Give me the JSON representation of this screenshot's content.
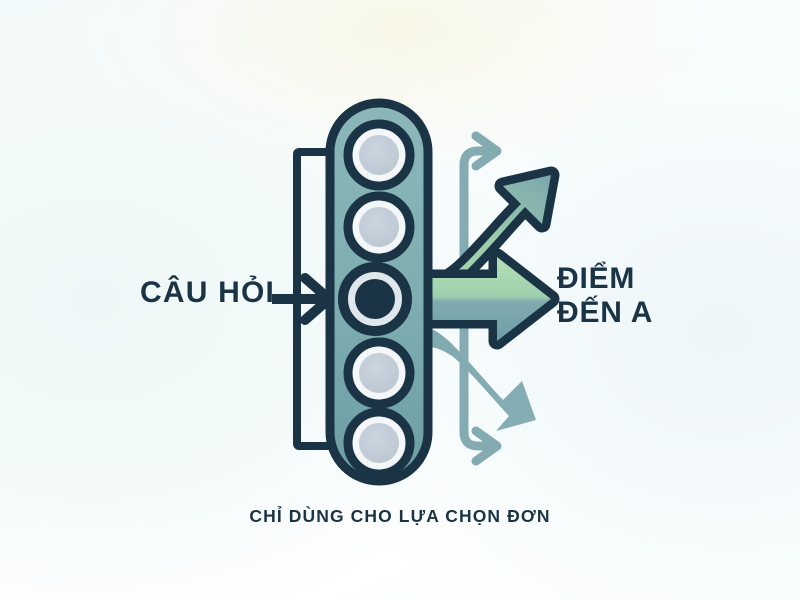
{
  "diagram": {
    "title_left": "CÂU HỎI",
    "title_right_line1": "ĐIỂM",
    "title_right_line2": "ĐẾN A",
    "caption": "CHỈ DÙNG CHO LỰA CHỌN ĐƠN",
    "colors": {
      "ink": "#1b3445",
      "capsule_fill_top": "#83b1b3",
      "capsule_fill_bottom": "#6d9ea3",
      "option_ring": "#1b3445",
      "option_inner_unselected": "#c2ccd6",
      "option_white": "#f4f7f9",
      "option_selected_dot": "#1b3445",
      "arrow_green": "#a8d9ad",
      "arrow_teal": "#7ca7ae",
      "thin_arrow": "#84abb1",
      "background": "#f7fbfc"
    }
  },
  "options": [
    {
      "index": 1,
      "label": "option-1",
      "selected": false
    },
    {
      "index": 2,
      "label": "option-2",
      "selected": false
    },
    {
      "index": 3,
      "label": "option-3",
      "selected": true
    },
    {
      "index": 4,
      "label": "option-4",
      "selected": false
    },
    {
      "index": 5,
      "label": "option-5",
      "selected": false
    }
  ],
  "outgoing_arrows": [
    {
      "name": "thin-arrow-up-outer",
      "style": "thin-outline",
      "direction": "up-right"
    },
    {
      "name": "bold-arrow-up",
      "style": "bold-filled",
      "direction": "up-right"
    },
    {
      "name": "main-arrow-right",
      "style": "bold-filled",
      "direction": "right"
    },
    {
      "name": "solid-arrow-down",
      "style": "solid",
      "direction": "down-right"
    },
    {
      "name": "thin-arrow-down-outer",
      "style": "thin-outline",
      "direction": "down-right"
    }
  ]
}
